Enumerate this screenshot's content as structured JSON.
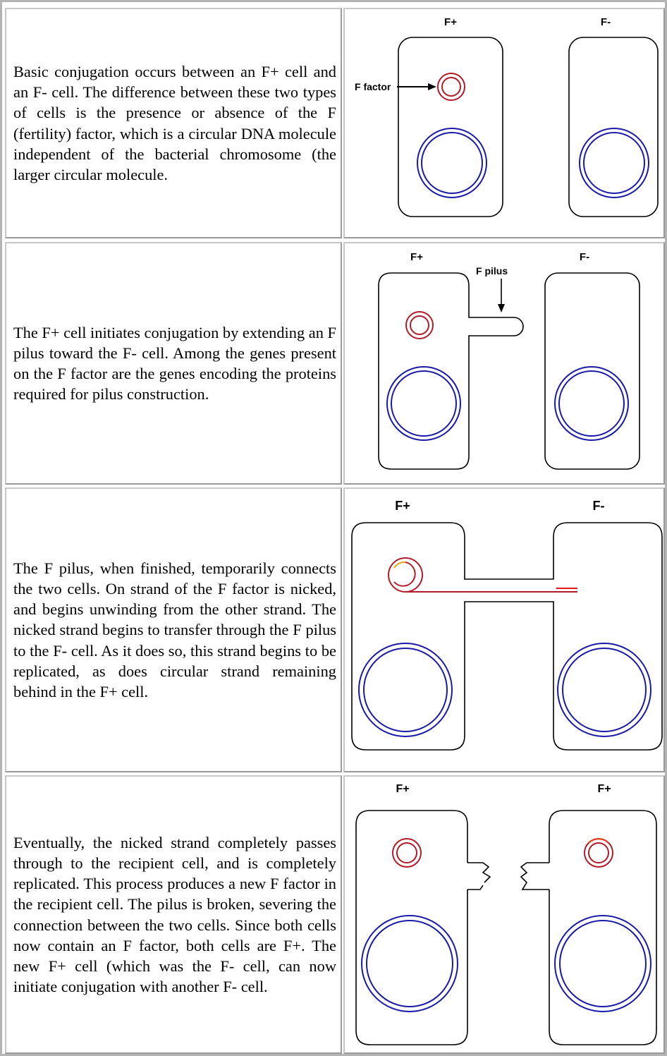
{
  "rows": [
    {
      "text": "Basic conjugation occurs between an F+ cell and an F- cell. The difference between these two types of cells is the presence or absence of the F (fertility) factor, which is a circular DNA molecule independent of the bacterial chromosome (the larger circular molecule.",
      "figure": {
        "left_label": "F+",
        "right_label": "F-",
        "callout": "F factor"
      }
    },
    {
      "text": "The F+ cell initiates conjugation by extending an F pilus toward the F- cell. Among the genes present on the F factor are the genes encoding the proteins required for pilus construction.",
      "figure": {
        "left_label": "F+",
        "right_label": "F-",
        "callout": "F pilus"
      }
    },
    {
      "text": "The F pilus, when finished, temporarily connects the two cells. On strand of the F factor is nicked, and begins unwinding from the other strand. The nicked strand begins to transfer through the F pilus to the F- cell. As it does so, this strand begins to be replicated, as does circular strand remaining behind in the F+ cell.",
      "figure": {
        "left_label": "F+",
        "right_label": "F-"
      }
    },
    {
      "text": "Eventually, the nicked strand completely passes through to the recipient cell, and is completely replicated. This process produces a new F factor in the recipient cell. The pilus is broken, severing the connection between the two cells. Since both cells now contain an F factor, both cells are F+. The new F+ cell (which was the F- cell, can now initiate conjugation with another F- cell.",
      "figure": {
        "left_label": "F+",
        "right_label": "F+"
      }
    }
  ],
  "colors": {
    "chromosome": "#1a1aa8",
    "f_factor": "#b01c2a",
    "f_factor_highlight": "#e8a020",
    "outline": "#000000"
  }
}
